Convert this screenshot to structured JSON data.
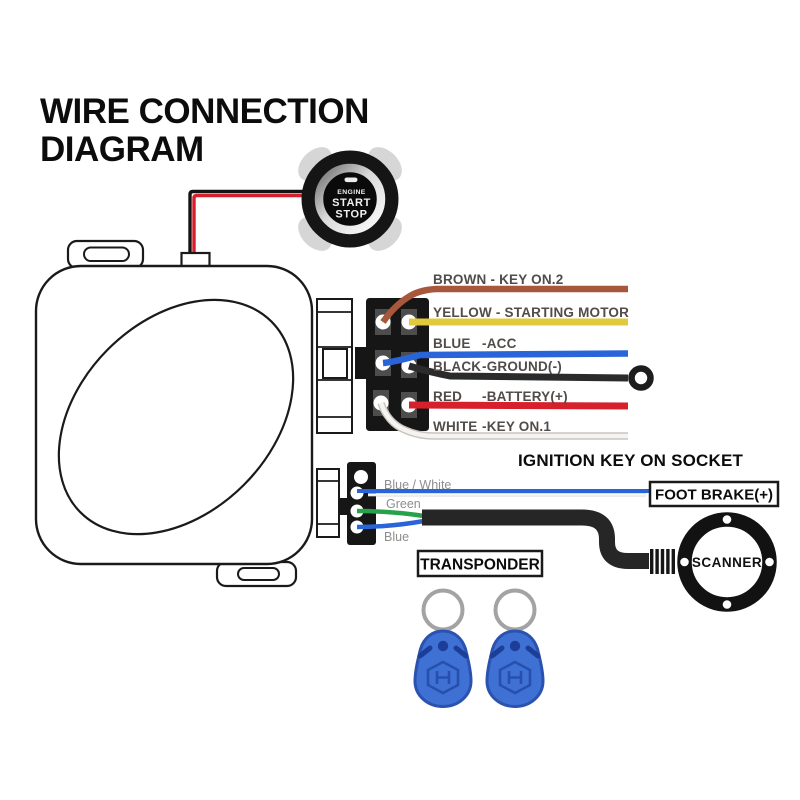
{
  "title": {
    "line1": "WIRE CONNECTION",
    "line2": "DIAGRAM"
  },
  "start_button": {
    "label_top": "ENGINE",
    "label_mid": "START",
    "label_bottom": "STOP"
  },
  "headings": {
    "ignition_socket": "IGNITION KEY ON SOCKET",
    "foot_brake": "FOOT BRAKE(+)",
    "transponder": "TRANSPONDER",
    "scanner": "SCANNER"
  },
  "ignition_wires": [
    {
      "name": "BROWN - KEY ON.2",
      "desc": "",
      "color": "#a7573c"
    },
    {
      "name": "YELLOW - STARTING MOTOR",
      "desc": "",
      "color": "#e2c83d"
    },
    {
      "name": "BLUE",
      "desc": "-ACC",
      "color": "#2a64d9"
    },
    {
      "name": "BLACK",
      "desc": "-GROUND(-)",
      "color": "#2b2b2b"
    },
    {
      "name": "RED",
      "desc": "-BATTERY(+)",
      "color": "#d6202c"
    },
    {
      "name": "WHITE",
      "desc": "-KEY ON.1",
      "color": "#f6f4f1"
    }
  ],
  "transponder_wires": [
    {
      "label": "Blue / White",
      "color": "#2a64d9"
    },
    {
      "label": "Green",
      "color": "#27a24b"
    },
    {
      "label": "Blue",
      "color": "#2a64d9"
    }
  ],
  "colors": {
    "cable": "#262626",
    "connector_body": "#161616",
    "pin_slot": "#4d4d4d",
    "fob_body": "#3f70d4",
    "fob_border": "#2a52ae",
    "fob_detail": "#1c3e99",
    "keyring": "#a3a3a3",
    "button_black": "#151515"
  }
}
